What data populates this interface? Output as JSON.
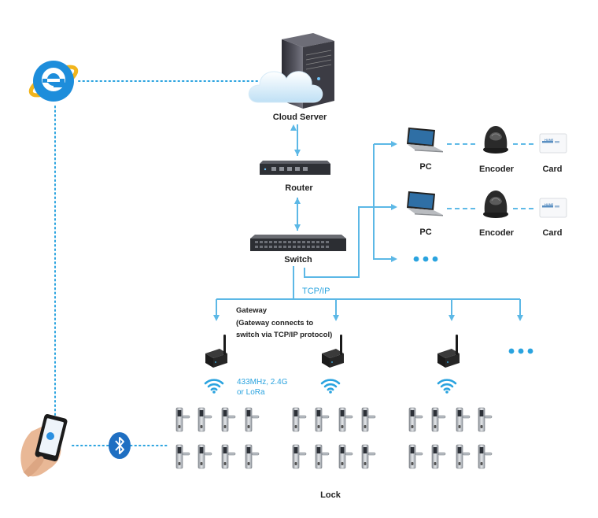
{
  "nodes": {
    "cloud_server": "Cloud Server",
    "router": "Router",
    "switch": "Switch",
    "pc": "PC",
    "encoder": "Encoder",
    "card": "Card",
    "lock": "Lock",
    "card_brand": "HUNE"
  },
  "links": {
    "tcp_ip": "TCP/IP",
    "ellipsis": "•••"
  },
  "gateway": {
    "title": "Gateway",
    "note_line1": "(Gateway connects to",
    "note_line2": "switch via TCP/IP protocol)",
    "freq_line1": "433MHz, 2.4G",
    "freq_line2": "or LoRa"
  },
  "colors": {
    "link": "#2aa3df",
    "text": "#222222"
  },
  "icons": [
    "ie-browser-icon",
    "cloud-icon",
    "server-icon",
    "router-icon",
    "switch-icon",
    "laptop-icon",
    "encoder-icon",
    "card-icon",
    "gateway-icon",
    "wifi-icon",
    "door-lock-icon",
    "smartphone-icon",
    "bluetooth-icon"
  ]
}
